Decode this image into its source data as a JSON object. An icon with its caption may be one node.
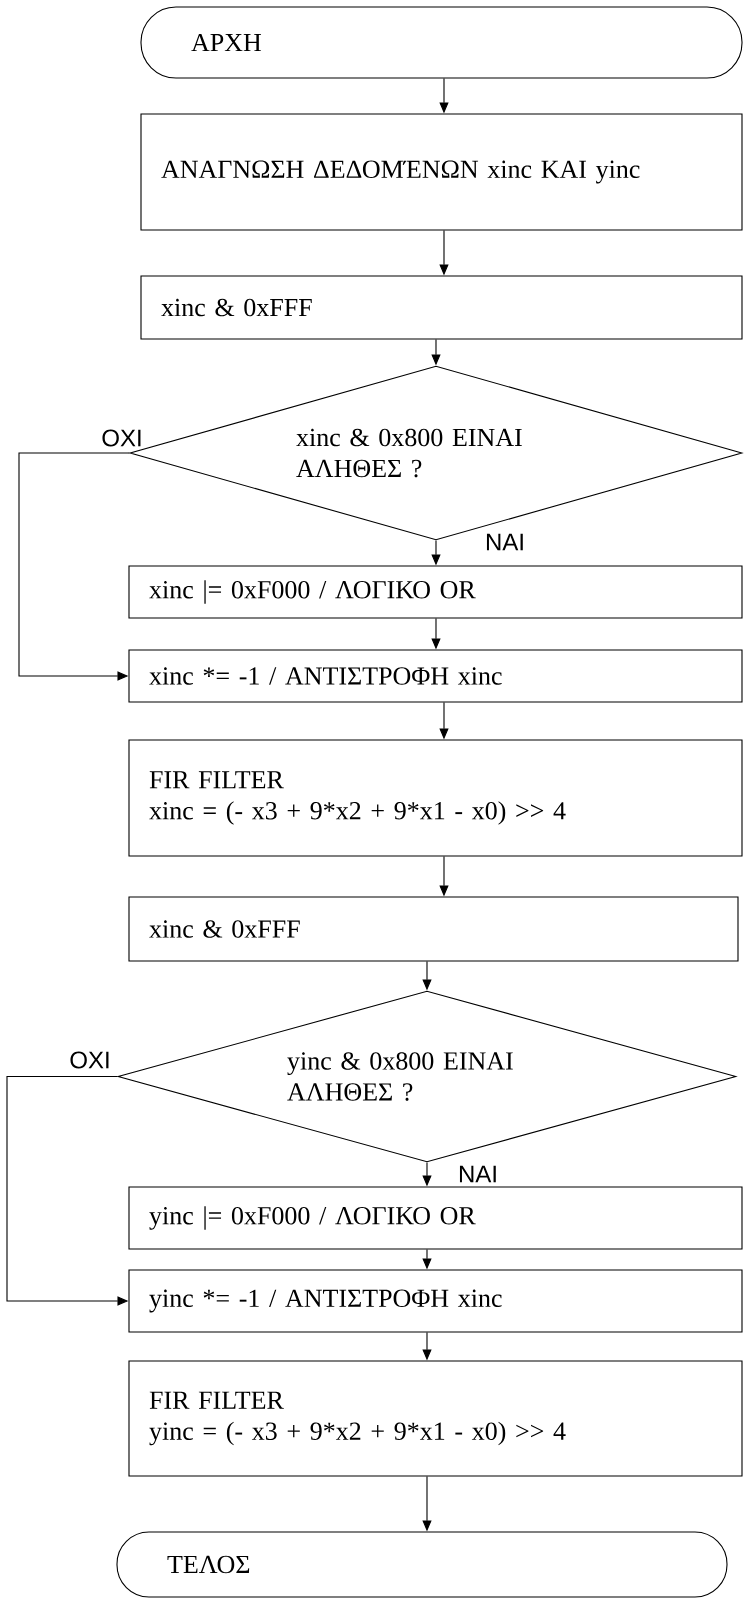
{
  "diagram": {
    "nodes": [
      {
        "text": [
          "ΑΡΧΗ"
        ]
      },
      {
        "text": [
          "ΑΝΑΓΝΩΣΗ ΔΕΔΟΜΈΝΩΝ xinc ΚΑΙ yinc"
        ]
      },
      {
        "text": [
          "xinc & 0xFFF"
        ]
      },
      {
        "text": [
          "xinc & 0x800 ΕΙΝΑΙ ΑΛΗΘΕΣ ?"
        ]
      },
      {
        "text": [
          "xinc |= 0xF000 / ΛΟΓΙΚΟ OR"
        ]
      },
      {
        "text": [
          "xinc *= -1 / ΑΝΤΙΣΤΡΟΦΗ xinc"
        ]
      },
      {
        "text": [
          "FIR FILTER",
          "xinc = (- x3 + 9*x2 + 9*x1 - x0) >> 4"
        ]
      },
      {
        "text": [
          "xinc & 0xFFF"
        ]
      },
      {
        "text": [
          "yinc & 0x800 ΕΙΝΑΙ ΑΛΗΘΕΣ ?"
        ]
      },
      {
        "text": [
          "yinc |= 0xF000 / ΛΟΓΙΚΟ OR"
        ]
      },
      {
        "text": [
          "yinc *= -1 / ΑΝΤΙΣΤΡΟΦΗ xinc"
        ]
      },
      {
        "text": [
          "FIR FILTER",
          "yinc = (- x3 + 9*x2 + 9*x1 - x0) >> 4"
        ]
      },
      {
        "text": [
          "ΤΕΛΟΣ"
        ]
      }
    ],
    "edges": [
      {
        "from": 0,
        "to": 1,
        "arrow": "to"
      },
      {
        "from": 1,
        "to": 2,
        "arrow": "to"
      },
      {
        "from": 2,
        "to": 3,
        "arrow": "to"
      },
      {
        "from": 3,
        "to": 4,
        "arrow": "to",
        "label": "ΝΑΙ"
      },
      {
        "from": 4,
        "to": 5,
        "arrow": "to"
      },
      {
        "from": 3,
        "to": 5,
        "arrow": "to",
        "label": "ΟΧΙ"
      },
      {
        "from": 5,
        "to": 6,
        "arrow": "to"
      },
      {
        "from": 6,
        "to": 7,
        "arrow": "to"
      },
      {
        "from": 7,
        "to": 8,
        "arrow": "to"
      },
      {
        "from": 8,
        "to": 9,
        "arrow": "to",
        "label": "ΝΑΙ"
      },
      {
        "from": 9,
        "to": 10,
        "arrow": "to"
      },
      {
        "from": 8,
        "to": 10,
        "arrow": "to",
        "label": "ΟΧΙ"
      },
      {
        "from": 10,
        "to": 11,
        "arrow": "to"
      },
      {
        "from": 11,
        "to": 12,
        "arrow": "to"
      }
    ]
  }
}
